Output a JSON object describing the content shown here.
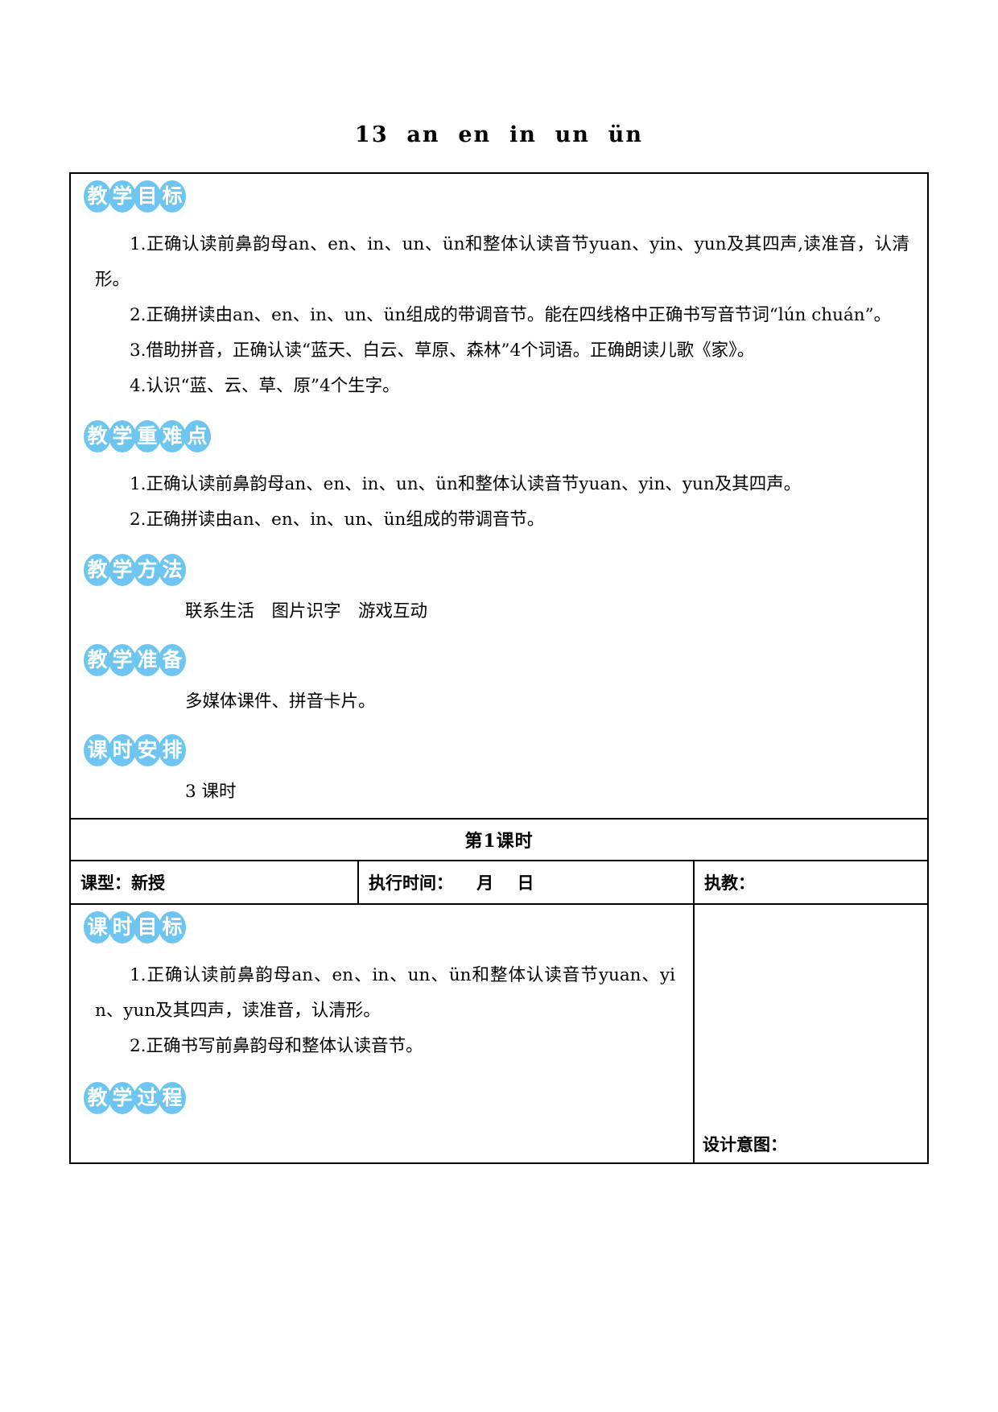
{
  "document": {
    "title": "13  an  en  in  un  ün"
  },
  "sections": {
    "objectives": {
      "badge": "教学目标",
      "items": [
        "1.正确认读前鼻韵母an、en、in、un、ün和整体认读音节yuan、yin、yun及其四声,读准音，认清形。",
        "2.正确拼读由an、en、in、un、ün组成的带调音节。能在四线格中正确书写音节词“lún chuán”。",
        "3.借助拼音，正确认读“蓝天、白云、草原、森林”4个词语。正确朗读儿歌《家》。",
        "4.认识“蓝、云、草、原”4个生字。"
      ]
    },
    "key_points": {
      "badge": "教学重难点",
      "items": [
        "1.正确认读前鼻韵母an、en、in、un、ün和整体认读音节yuan、yin、yun及其四声。",
        "2.正确拼读由an、en、in、un、ün组成的带调音节。"
      ]
    },
    "methods": {
      "badge": "教学方法",
      "text": "联系生活　图片识字　游戏互动"
    },
    "preparation": {
      "badge": "教学准备",
      "text": "多媒体课件、拼音卡片。"
    },
    "schedule": {
      "badge": "课时安排",
      "text": "3 课时"
    }
  },
  "lesson": {
    "heading": "第1课时",
    "info_row": {
      "type_label": "课型：新授",
      "time_label": "执行时间：    月    日",
      "teacher_label": "执教："
    },
    "lesson_objectives": {
      "badge": "课时目标",
      "items": [
        "1.正确认读前鼻韵母an、en、in、un、ün和整体认读音节yuan、yin、yun及其四声，读准音，认清形。",
        "2.正确书写前鼻韵母和整体认读音节。"
      ]
    },
    "process": {
      "badge": "教学过程",
      "design_label": "设计意图："
    }
  },
  "style": {
    "badge_color": "#6EC6F0",
    "badge_text_color": "#FFFFFF",
    "border_color": "#000000",
    "text_color": "#000000"
  }
}
